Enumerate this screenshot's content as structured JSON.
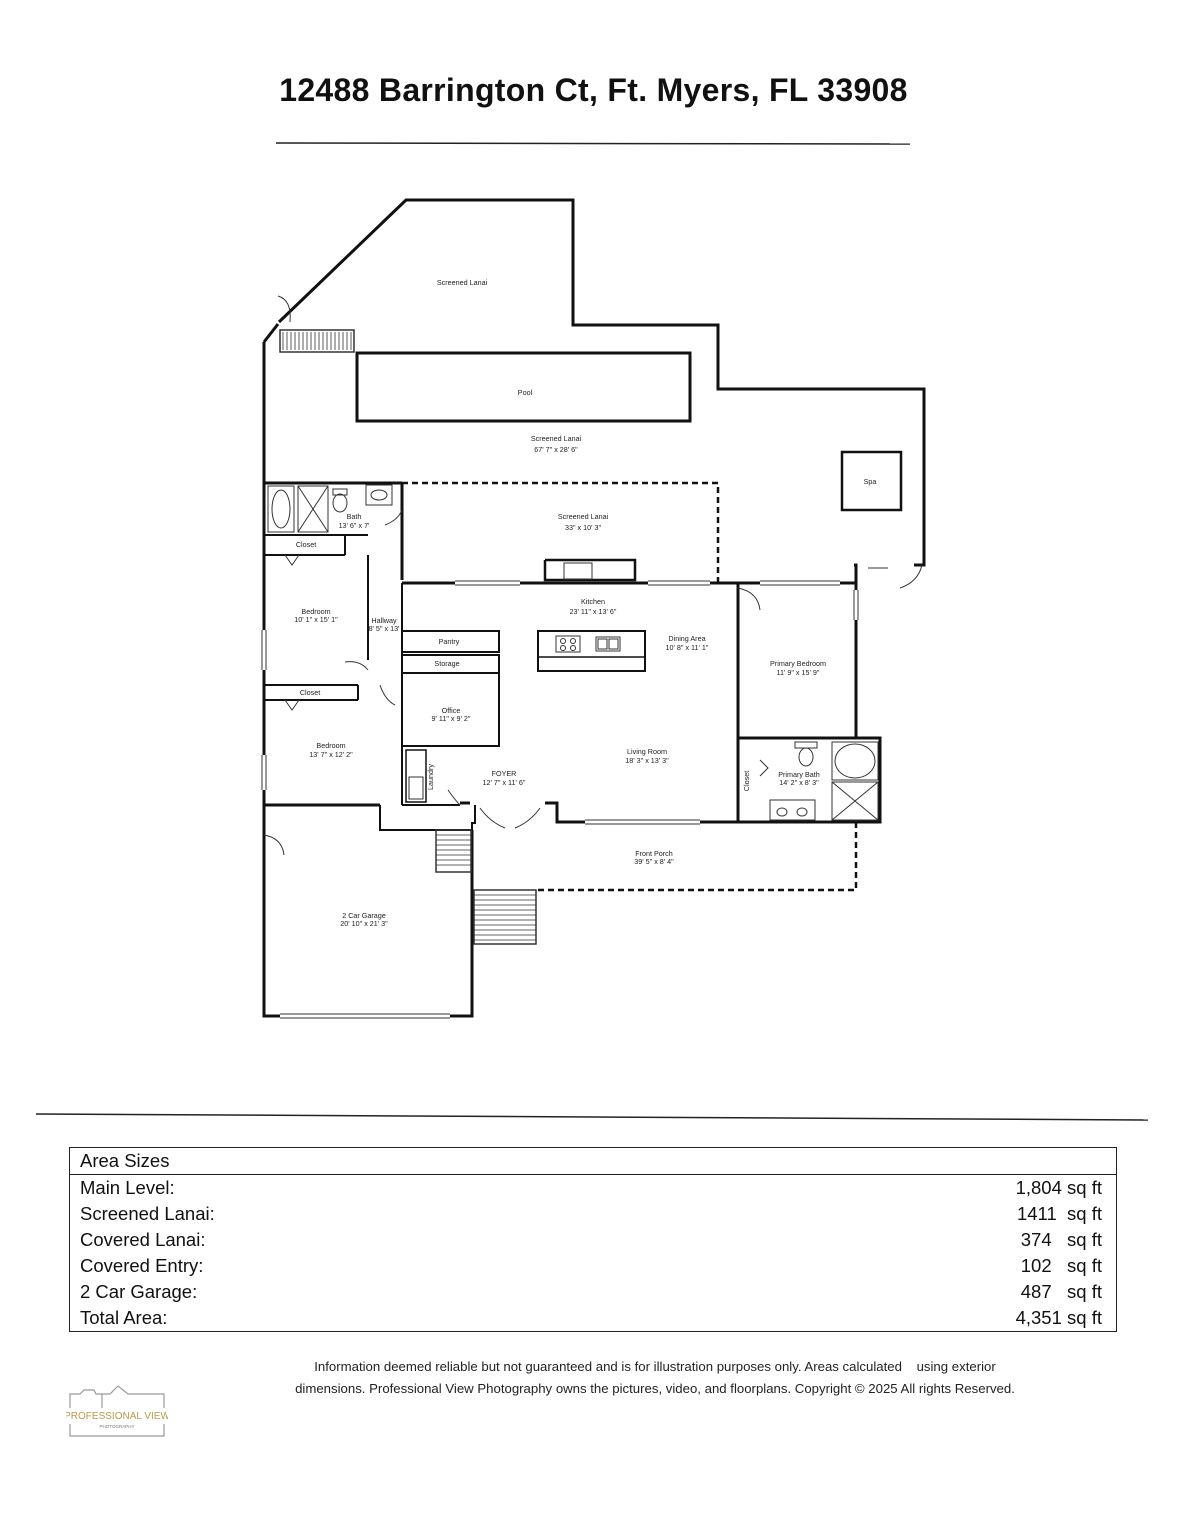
{
  "title": "12488 Barrington Ct, Ft. Myers, FL 33908",
  "rooms": {
    "screened_lanai_top": {
      "name": "Screened Lanai"
    },
    "pool": {
      "name": "Pool"
    },
    "screened_lanai_main": {
      "name": "Screened Lanai",
      "dim": "67' 7\" x 28' 6\""
    },
    "spa": {
      "name": "Spa"
    },
    "bath": {
      "name": "Bath",
      "dim": "13' 6\" x 7'"
    },
    "screened_lanai_small": {
      "name": "Screened Lanai",
      "dim": "33\" x 10' 3\""
    },
    "closet_1": {
      "name": "Closet"
    },
    "bedroom_1": {
      "name": "Bedroom",
      "dim": "10' 1\" x 15' 1\""
    },
    "hallway": {
      "name": "Hallway",
      "dim": "8' 5\" x 13'"
    },
    "kitchen": {
      "name": "Kitchen",
      "dim": "23' 11\" x 13' 6\""
    },
    "dining": {
      "name": "Dining Area",
      "dim": "10' 8\" x 11' 1\""
    },
    "pantry": {
      "name": "Pantry"
    },
    "storage": {
      "name": "Storage"
    },
    "primary_bedroom": {
      "name": "Primary Bedroom",
      "dim": "11' 9\" x 15' 9\""
    },
    "closet_2": {
      "name": "Closet"
    },
    "office": {
      "name": "Office",
      "dim": "9' 11\" x 9' 2\""
    },
    "bedroom_2": {
      "name": "Bedroom",
      "dim": "13' 7\" x 12' 2\""
    },
    "living": {
      "name": "Living Room",
      "dim": "18' 3\" x 13' 3\""
    },
    "laundry": {
      "name": "Laundry"
    },
    "foyer": {
      "name": "FOYER",
      "dim": "12' 7\" x 11' 6\""
    },
    "closet_3": {
      "name": "Closet"
    },
    "primary_bath": {
      "name": "Primary Bath",
      "dim": "14' 2\" x 8' 3\""
    },
    "front_porch": {
      "name": "Front Porch",
      "dim": "39' 5\" x 8' 4\""
    },
    "garage": {
      "name": "2 Car Garage",
      "dim": "20' 10\" x 21' 3\""
    }
  },
  "area_table": {
    "header": "Area Sizes",
    "rows": [
      {
        "label": "Main Level:",
        "value": "1,804 sq ft"
      },
      {
        "label": "Screened Lanai:",
        "value": "1411  sq ft"
      },
      {
        "label": "Covered Lanai:",
        "value": "374   sq ft"
      },
      {
        "label": "Covered Entry:",
        "value": "102   sq ft"
      },
      {
        "label": "2 Car Garage:",
        "value": "487   sq ft"
      },
      {
        "label": "Total Area:",
        "value": "4,351 sq ft"
      }
    ]
  },
  "disclaimer": {
    "line1": "Information deemed reliable but not guaranteed and is for illustration purposes only. Areas calculated    using exterior",
    "line2": "dimensions. Professional View Photography owns the pictures, video, and floorplans. Copyright © 2025 All rights Reserved."
  },
  "logo": {
    "line1": "PROFESSIONAL VIEW",
    "line2": "PHOTOGRAPHY"
  }
}
